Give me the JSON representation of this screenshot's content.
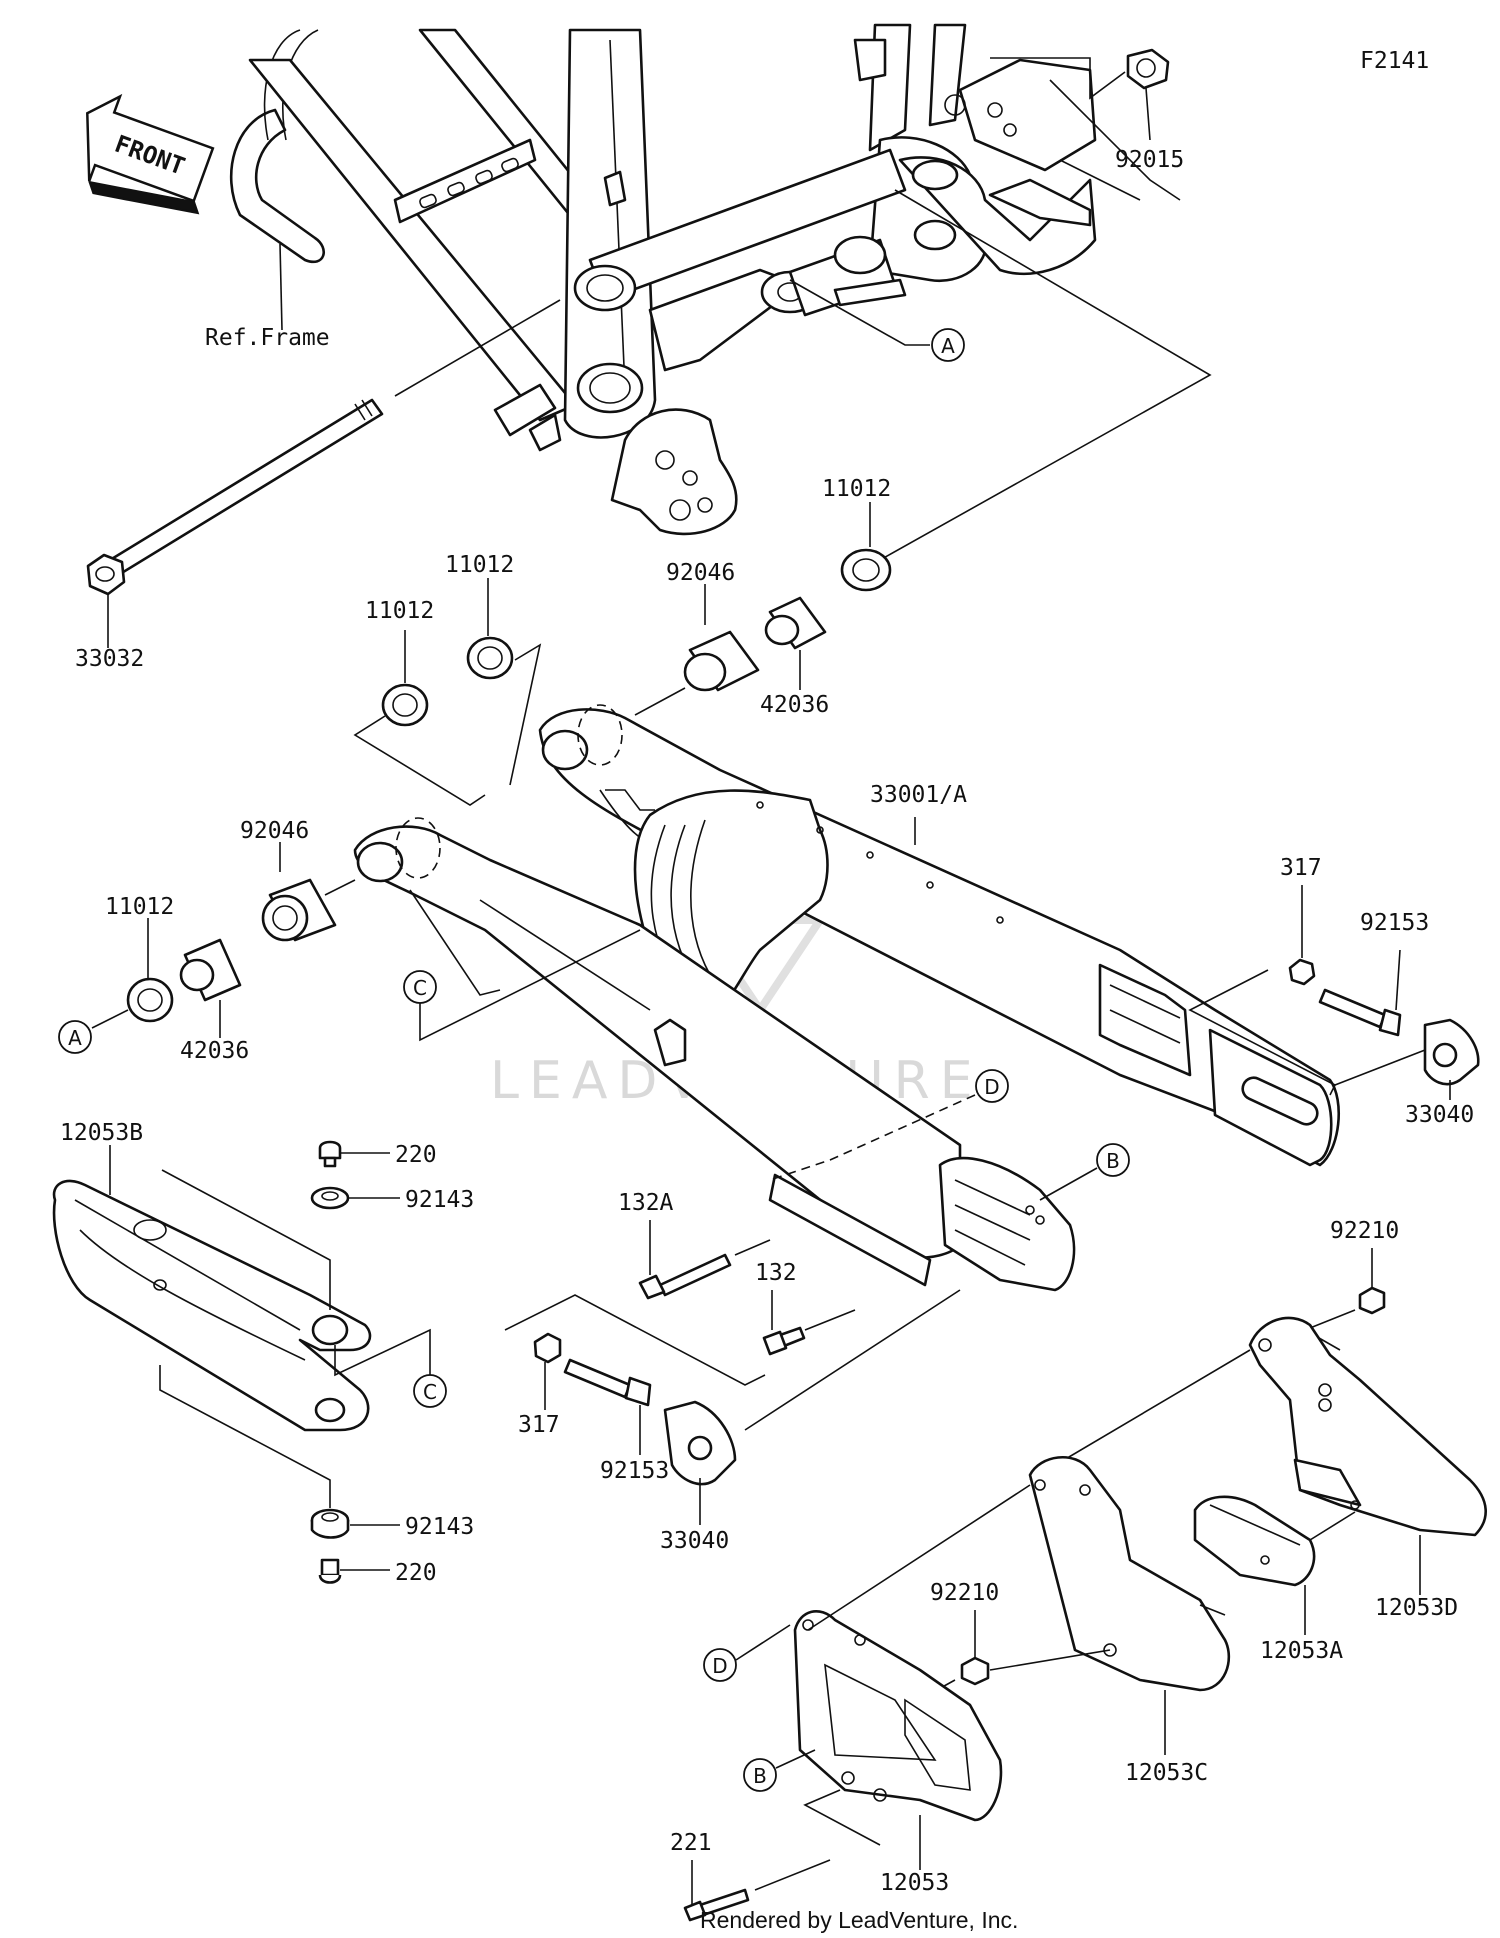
{
  "diagram_code": "F2141",
  "front_label": "FRONT",
  "ref_frame_label": "Ref.Frame",
  "watermark": "LEADVENTURE",
  "footer": "Rendered by LeadVenture, Inc.",
  "callouts": {
    "p92015": "92015",
    "p33032": "33032",
    "p11012_a": "11012",
    "p11012_b": "11012",
    "p11012_c": "11012",
    "p11012_d": "11012",
    "p92046_a": "92046",
    "p92046_b": "92046",
    "p42036_a": "42036",
    "p42036_b": "42036",
    "p33001": "33001/A",
    "p317_a": "317",
    "p317_b": "317",
    "p92153_a": "92153",
    "p92153_b": "92153",
    "p33040_a": "33040",
    "p33040_b": "33040",
    "p12053B": "12053B",
    "p220_a": "220",
    "p220_b": "220",
    "p92143_a": "92143",
    "p92143_b": "92143",
    "p132A": "132A",
    "p132": "132",
    "p92210_a": "92210",
    "p92210_b": "92210",
    "p12053D": "12053D",
    "p12053A": "12053A",
    "p12053C": "12053C",
    "p12053": "12053",
    "p221": "221"
  },
  "reference_marks": {
    "A1": "A",
    "A2": "A",
    "B1": "B",
    "B2": "B",
    "C1": "C",
    "C2": "C",
    "D1": "D",
    "D2": "D"
  }
}
